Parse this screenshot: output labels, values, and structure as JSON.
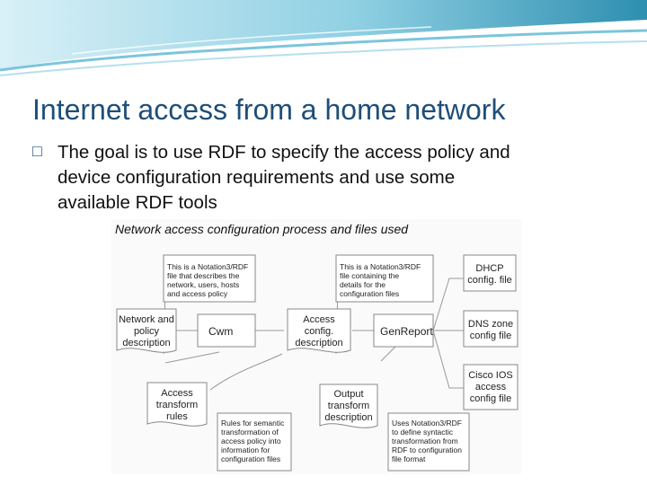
{
  "slide": {
    "title": "Internet access from a home network",
    "bullet_icon": "bullet-square-icon",
    "bullet_lines": [
      "The goal is to use RDF to specify the access policy and",
      "device configuration requirements and use some",
      "available RDF tools"
    ]
  },
  "figure": {
    "title": "Network access configuration process and files used",
    "note1": [
      "This is a Notation3/RDF",
      "file that describes the",
      "network, users, hosts",
      "and access policy"
    ],
    "note2": [
      "This is a Notation3/RDF",
      "file containing the",
      "details for the",
      "configuration files"
    ],
    "note3": [
      "Rules for semantic",
      "transformation of",
      "access policy into",
      "information for",
      "configuration files"
    ],
    "note4": [
      "Uses Notation3/RDF",
      "to define syntactic",
      "transformation from",
      "RDF to configuration",
      "file format"
    ],
    "network_policy": [
      "Network and",
      "policy",
      "description"
    ],
    "cwm": "Cwm",
    "access_config": [
      "Access",
      "config.",
      "description"
    ],
    "genreport": "GenReport",
    "dhcp": [
      "DHCP",
      "config. file"
    ],
    "dns": [
      "DNS zone",
      "config file"
    ],
    "cisco": [
      "Cisco IOS",
      "access",
      "config file"
    ],
    "access_rules": [
      "Access",
      "transform",
      "rules"
    ],
    "output_desc": [
      "Output",
      "transform",
      "description"
    ]
  },
  "colors": {
    "title": "#1f4e79",
    "wave_dark": "#2e8fb0",
    "wave_light": "#bfe6f2"
  }
}
